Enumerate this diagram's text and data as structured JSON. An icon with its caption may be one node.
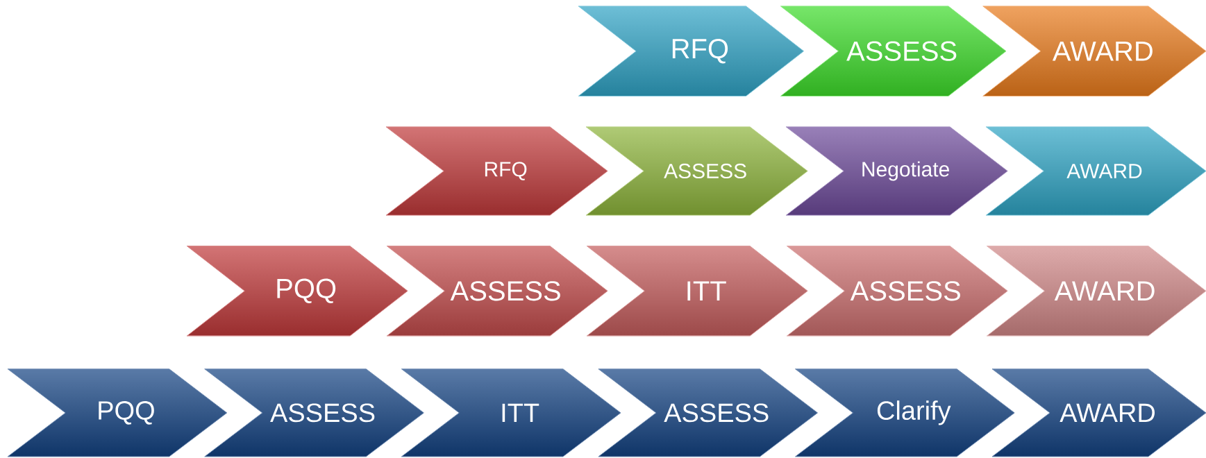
{
  "diagram": {
    "nodes": [
      {
        "text": [
          "RFQ"
        ]
      },
      {
        "text": [
          "ASSESS"
        ]
      },
      {
        "text": [
          "AWARD"
        ]
      },
      {
        "text": [
          "RFQ"
        ]
      },
      {
        "text": [
          "ASSESS"
        ]
      },
      {
        "text": [
          "Negotiate"
        ]
      },
      {
        "text": [
          "AWARD"
        ]
      },
      {
        "text": [
          "PQQ"
        ]
      },
      {
        "text": [
          "ASSESS"
        ]
      },
      {
        "text": [
          "ITT"
        ]
      },
      {
        "text": [
          "ASSESS"
        ]
      },
      {
        "text": [
          "AWARD"
        ]
      },
      {
        "text": [
          "PQQ"
        ]
      },
      {
        "text": [
          "ASSESS"
        ]
      },
      {
        "text": [
          "ITT"
        ]
      },
      {
        "text": [
          "ASSESS"
        ]
      },
      {
        "text": [
          "Clarify"
        ]
      },
      {
        "text": [
          "AWARD"
        ]
      }
    ]
  }
}
